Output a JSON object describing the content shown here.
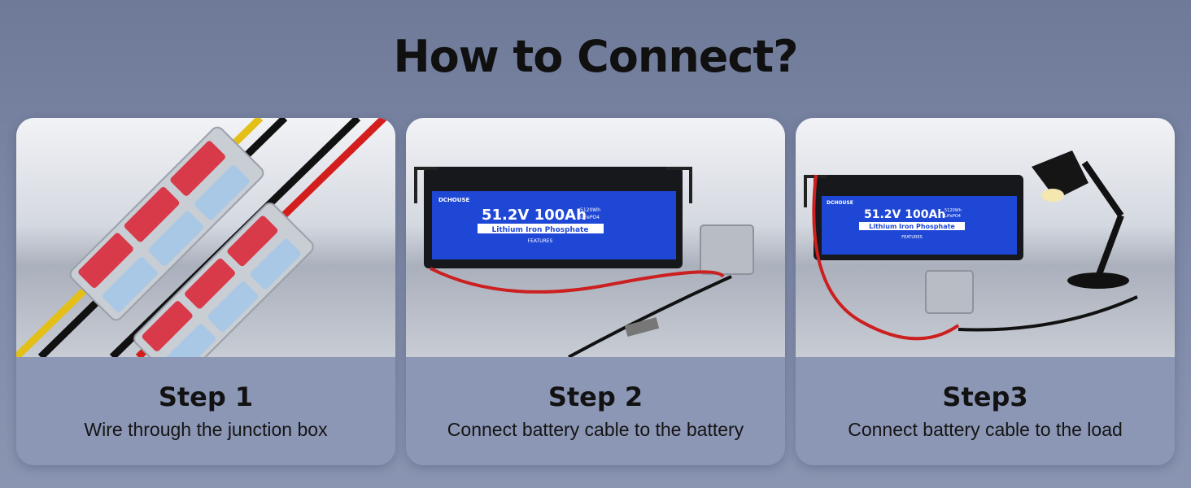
{
  "title": "How to Connect?",
  "steps": [
    {
      "label": "Step 1",
      "description": "Wire through the junction box"
    },
    {
      "label": "Step 2",
      "description": "Connect battery cable to the battery"
    },
    {
      "label": "Step3",
      "description": "Connect battery cable to the load"
    }
  ],
  "battery": {
    "brand": "DCHOUSE",
    "model": "51.2V 100Ah",
    "energy": "5120Wh",
    "chemistry": "LiFePO4",
    "type": "Lithium Iron Phosphate",
    "features": "FEATURES"
  },
  "colors": {
    "background": "#7480a0",
    "card_caption": "#8c96b5",
    "battery_label": "#1f47d6",
    "wire_red": "#d42020",
    "wire_yellow": "#e6c21a"
  }
}
